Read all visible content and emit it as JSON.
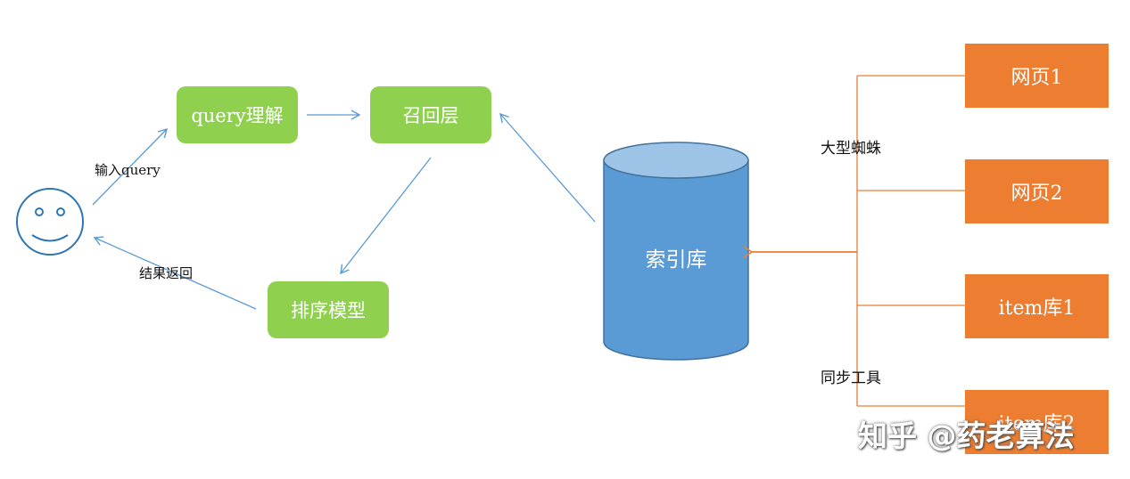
{
  "nodes": {
    "query_understanding": "query理解",
    "recall_layer": "召回层",
    "ranking_model": "排序模型",
    "index_db": "索引库",
    "webpage1": "网页1",
    "webpage2": "网页2",
    "item_db1": "item库1",
    "item_db2": "item库2"
  },
  "edge_labels": {
    "input_query": "输入query",
    "return_results": "结果返回",
    "spider": "大型蜘蛛",
    "sync_tool": "同步工具"
  },
  "watermark": "知乎 @药老算法",
  "colors": {
    "green_box": "#8fd14f",
    "orange_box": "#ed7d31",
    "cylinder_body": "#5b9bd5",
    "cylinder_top": "#9dc3e6",
    "blue_arrow": "#5b9bd5",
    "orange_line": "#ed7d31"
  },
  "icons": {
    "user": "smiley-face-icon"
  }
}
